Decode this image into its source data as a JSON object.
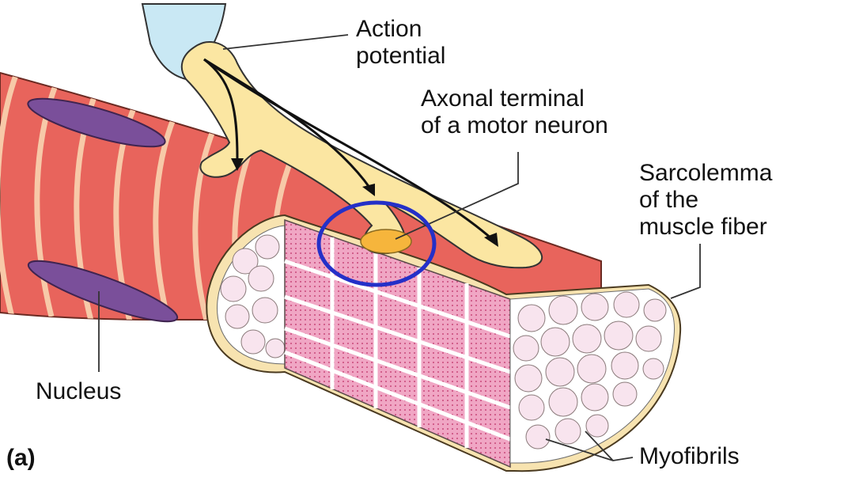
{
  "labels": {
    "action_potential": [
      "Action",
      "potential"
    ],
    "axonal_terminal": [
      "Axonal terminal",
      "of a motor neuron"
    ],
    "sarcolemma": [
      "Sarcolemma",
      "of the",
      "muscle fiber"
    ],
    "nucleus": "Nucleus",
    "myofibrils": "Myofibrils",
    "panel_letter": "(a)"
  },
  "colors": {
    "muscle_fill": "#e8645c",
    "muscle_stripe": "#f7c9a8",
    "sarcolemma_rim": "#f7e3b0",
    "nucleus": "#7a4f9a",
    "neuron": "#fbe6a2",
    "neuron_outline": "#333333",
    "schwann_cell": "#c9e8f4",
    "terminal_highlight": "#f6b53c",
    "myofibril_block": "#e98cb0",
    "myofibril_circle": "#f8e4ee",
    "annotation_circle": "#2430c8",
    "text": "#111111"
  }
}
